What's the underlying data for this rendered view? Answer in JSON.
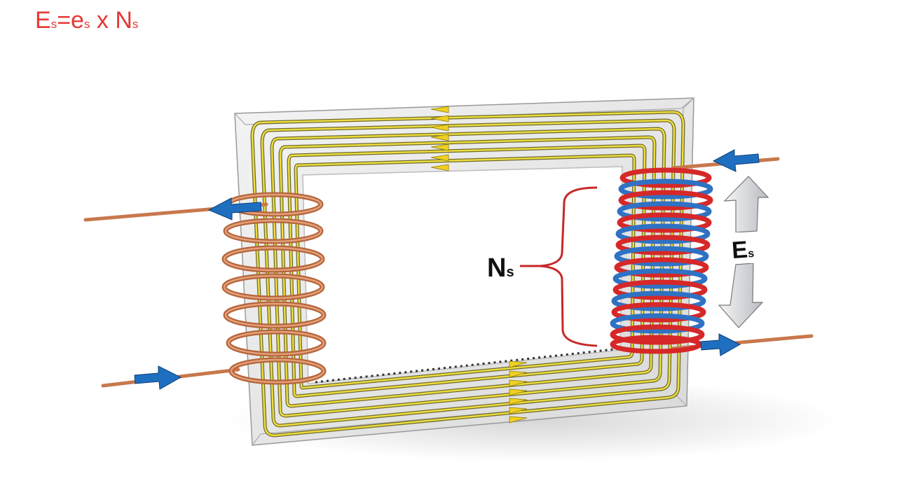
{
  "formula": {
    "E": "E",
    "E_sub": "s",
    "eq": "=e",
    "e_sub": "s",
    "times": " x N",
    "N_sub": "s"
  },
  "ns_label": {
    "N": "N",
    "sub": "s"
  },
  "es_label": {
    "E": "E",
    "sub": "s"
  },
  "colors": {
    "formula": "#e53935",
    "copper": "#c8784c",
    "secondary_red": "#d62828",
    "secondary_blue": "#2f72c4",
    "flux_line": "#e8d23a",
    "core_fill": "#e4e4e4",
    "arrow_blue": "#1f6fc0",
    "brace": "#c62828"
  }
}
